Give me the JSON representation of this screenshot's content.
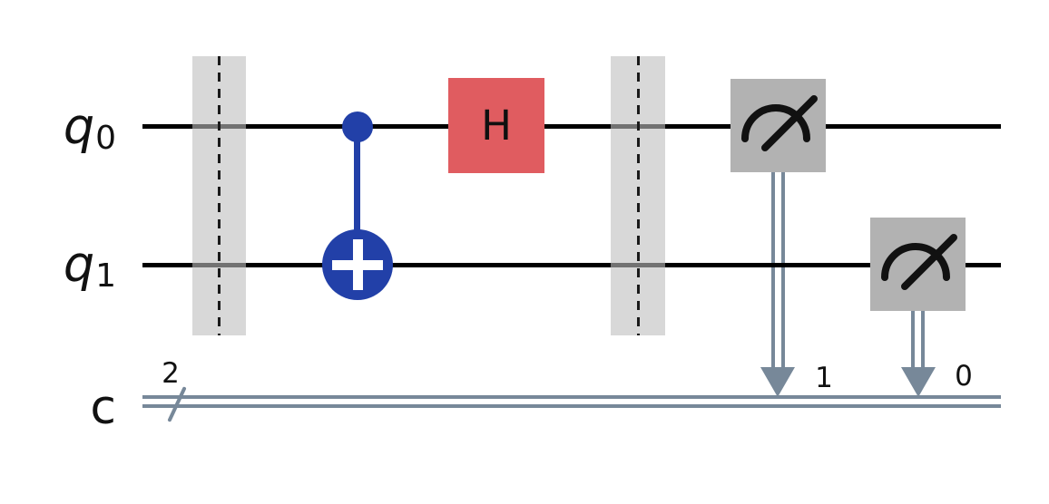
{
  "figure": {
    "type": "quantum_circuit",
    "qubits": [
      {
        "name": "q",
        "index": "0"
      },
      {
        "name": "q",
        "index": "1"
      }
    ],
    "classical_register": {
      "name": "c",
      "size": "2"
    },
    "operations": [
      {
        "op": "barrier",
        "qubits": [
          "q0",
          "q1"
        ]
      },
      {
        "op": "cx",
        "control": "q0",
        "target": "q1"
      },
      {
        "op": "h",
        "label": "H",
        "qubit": "q0"
      },
      {
        "op": "barrier",
        "qubits": [
          "q0",
          "q1"
        ]
      },
      {
        "op": "measure",
        "qubit": "q0",
        "clbit": "1"
      },
      {
        "op": "measure",
        "qubit": "q1",
        "clbit": "0"
      }
    ],
    "labels": {
      "hadamard": "H",
      "measure_q0_clbit": "1",
      "measure_q1_clbit": "0"
    },
    "colors": {
      "background": "#ffffff",
      "qubit_wire": "#000000",
      "classical_wire": "#778899",
      "barrier_fill": "rgba(190,190,190,0.6)",
      "barrier_dash": "#1a1a1a",
      "cnot_fill": "#2240a8",
      "hadamard_fill": "#e05c60",
      "measure_fill": "#b2b2b2",
      "text": "#111111"
    }
  }
}
